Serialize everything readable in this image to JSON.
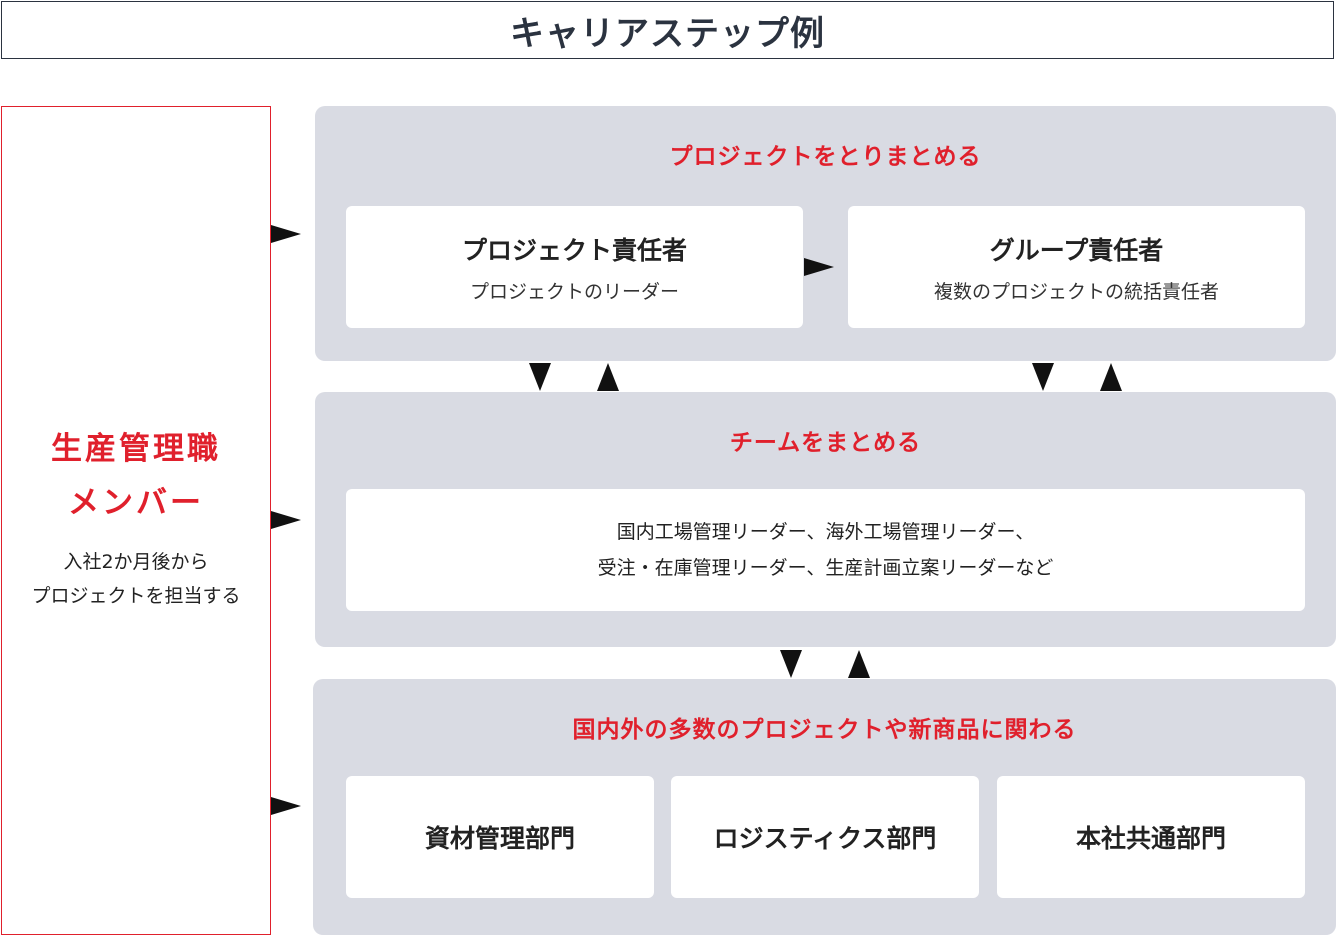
{
  "header": {
    "title": "キャリアステップ例"
  },
  "member": {
    "title": "生産管理職\nメンバー",
    "description": "入社2か月後から\nプロジェクトを担当する"
  },
  "project_panel": {
    "title": "プロジェクトをとりまとめる",
    "cards": [
      {
        "title": "プロジェクト責任者",
        "subtitle": "プロジェクトのリーダー"
      },
      {
        "title": "グループ責任者",
        "subtitle": "複数のプロジェクトの統括責任者"
      }
    ]
  },
  "team_panel": {
    "title": "チームをまとめる",
    "card_text": "国内工場管理リーダー、海外工場管理リーダー、\n受注・在庫管理リーダー、生産計画立案リーダーなど"
  },
  "department_panel": {
    "title": "国内外の多数のプロジェクトや新商品に関わる",
    "cards": [
      "資材管理部門",
      "ロジスティクス部門",
      "本社共通部門"
    ]
  },
  "colors": {
    "accent": "#e0202c",
    "panel": "#d9dbe3",
    "title_border": "#2b3340"
  }
}
